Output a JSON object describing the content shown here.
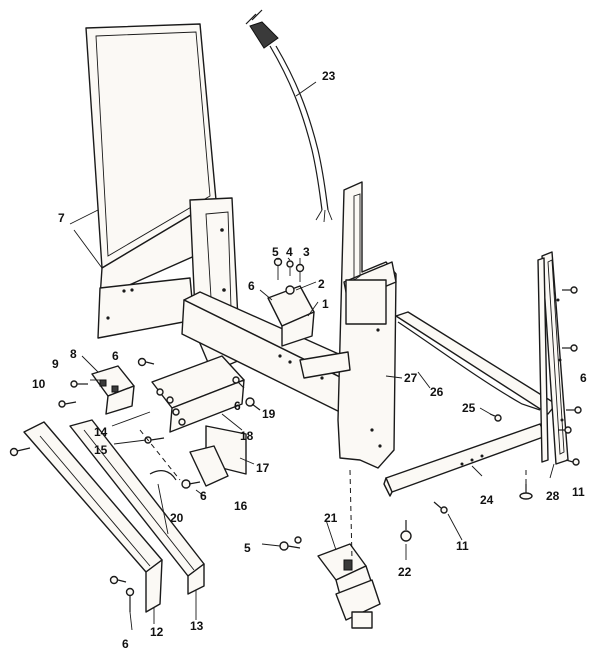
{
  "callouts": [
    "1",
    "2",
    "3",
    "4",
    "5",
    "6",
    "7",
    "8",
    "9",
    "10",
    "11",
    "12",
    "13",
    "14",
    "15",
    "16",
    "17",
    "18",
    "19",
    "20",
    "21",
    "22",
    "23",
    "24",
    "25",
    "26",
    "27",
    "28"
  ],
  "colors": {
    "ink": "#1a1a1a",
    "paper": "#ffffff",
    "part_fill": "#fbf9f5"
  }
}
